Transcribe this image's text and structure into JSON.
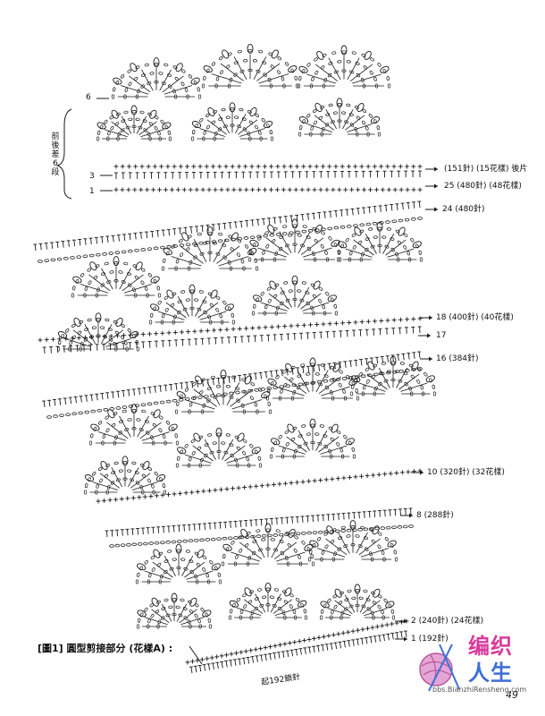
{
  "left_row_labels": [
    "6",
    "3",
    "1"
  ],
  "side_note": "前後差6段",
  "right_labels": [
    {
      "num": "",
      "text": "(151針) (15花樣) 後片"
    },
    {
      "num": "25",
      "text": "(480針) (48花樣)"
    },
    {
      "num": "24",
      "text": "(480針)"
    },
    {
      "num": "18",
      "text": "(400針) (40花樣)"
    },
    {
      "num": "17",
      "text": ""
    },
    {
      "num": "16",
      "text": "(384針)"
    },
    {
      "num": "10",
      "text": "(320針) (32花樣)"
    },
    {
      "num": "8",
      "text": "(288針)"
    },
    {
      "num": "2",
      "text": "(240針) (24花樣)"
    },
    {
      "num": "1",
      "text": "(192針)"
    }
  ],
  "caption": "[圖1] 圓型剪接部分 (花樣A) :",
  "start_note": "起192鎖針",
  "logo": {
    "line1": "编织",
    "line2": "人生",
    "url": "bbs.BianzhiRensheng.com"
  },
  "page_number": "49",
  "colors": {
    "ink": "#1a1a1a",
    "logo_pink": "#d93a9a",
    "logo_blue": "#3f6fd6"
  }
}
